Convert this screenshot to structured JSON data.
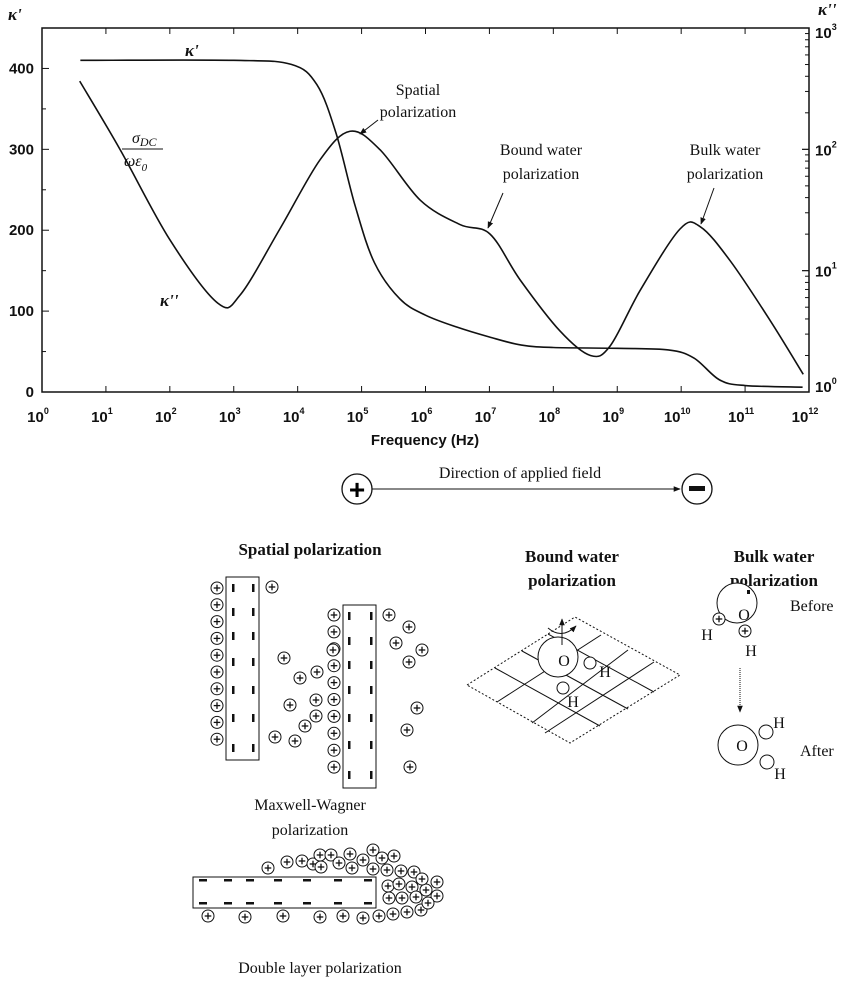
{
  "chart_data": {
    "type": "line",
    "title": "",
    "xlabel": "Frequency (Hz)",
    "ylabel_left": "κ'",
    "ylabel_right": "κ''",
    "xscale": "log",
    "xlim": [
      1,
      1000000000000.0
    ],
    "ylim_left": [
      0,
      450
    ],
    "ylim_right": [
      1,
      1000
    ],
    "x_tick_exponents": [
      "0",
      "1",
      "2",
      "3",
      "4",
      "5",
      "6",
      "7",
      "8",
      "9",
      "10",
      "11",
      "12"
    ],
    "y_left_ticks": [
      "0",
      "100",
      "200",
      "300",
      "400"
    ],
    "y_right_tick_exponents": [
      "0",
      "1",
      "2",
      "3"
    ],
    "series": [
      {
        "name": "κ'",
        "axis": "left",
        "log10_freq": [
          0.6,
          3,
          3.9,
          4.3,
          4.6,
          4.9,
          5.2,
          5.6,
          6,
          6.5,
          7,
          7.5,
          8,
          9,
          9.8,
          10.2,
          10.6,
          11,
          11.9
        ],
        "values": [
          410,
          410,
          405,
          380,
          320,
          230,
          160,
          115,
          95,
          80,
          68,
          58,
          55,
          54,
          52,
          42,
          15,
          8,
          6
        ]
      },
      {
        "name": "κ''",
        "axis": "right",
        "log10_freq": [
          0.59,
          1.22,
          2.0,
          2.75,
          3.1,
          3.72,
          4.35,
          4.82,
          5.29,
          5.92,
          6.54,
          7.01,
          7.48,
          8.1,
          8.58,
          8.89,
          9.36,
          9.98,
          10.3,
          10.77,
          11.39,
          11.91
        ],
        "values": [
          365,
          100,
          18,
          5.4,
          6.3,
          22,
          82,
          141,
          99,
          38,
          24,
          20,
          8.4,
          3.2,
          2.0,
          2.4,
          6.9,
          22,
          23,
          12,
          3.9,
          1.4
        ]
      }
    ],
    "annotations": {
      "kprime_label": "κ'",
      "kdouble_label": "κ''",
      "sigma_num": "σ",
      "sigma_sub": "DC",
      "sigma_den": "ωε",
      "sigma_den_sub": "0",
      "spatial": [
        "Spatial",
        "polarization"
      ],
      "bound": [
        "Bound water",
        "polarization"
      ],
      "bulk": [
        "Bulk water",
        "polarization"
      ]
    }
  },
  "diagram": {
    "field_label": "Direction of applied field",
    "plus": "+",
    "minus": "-",
    "spatial_title": "Spatial polarization",
    "bound_title": [
      "Bound water",
      "polarization"
    ],
    "bulk_title": [
      "Bulk water",
      "polarization"
    ],
    "maxwell_wagner": [
      "Maxwell-Wagner",
      "polarization"
    ],
    "double_layer": "Double layer polarization",
    "oxygen": "O",
    "hydrogen": "H",
    "before": "Before",
    "after": "After"
  }
}
